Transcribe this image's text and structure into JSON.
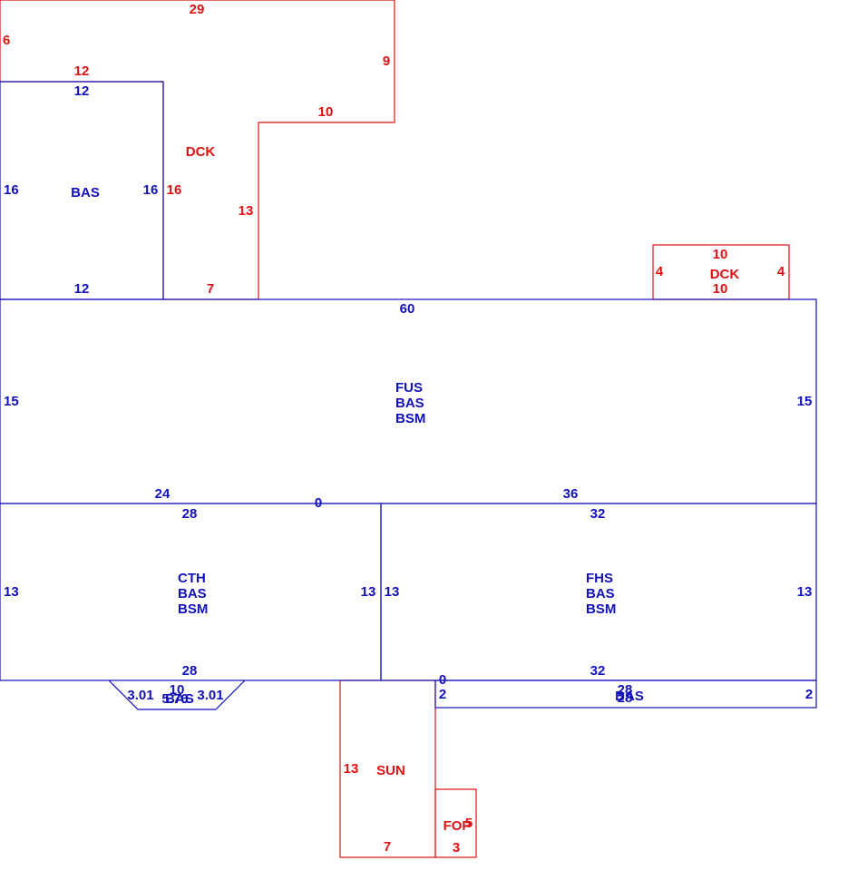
{
  "colors": {
    "red": "#dd1111",
    "blue": "#1111bb",
    "background": "#ffffff"
  },
  "sections": {
    "dck_top": {
      "color": "red",
      "area_labels": [
        "DCK"
      ],
      "dims": {
        "top": "29",
        "left": "6",
        "mid_top": "12",
        "right": "9",
        "step": "10",
        "inner_right": "13",
        "inner_left": "16",
        "bottom": "7"
      }
    },
    "bas_small": {
      "color": "blue",
      "area_labels": [
        "BAS"
      ],
      "dims": {
        "top": "12",
        "left": "16",
        "right": "16",
        "bottom": "12"
      }
    },
    "dck_small": {
      "color": "red",
      "area_labels": [
        "DCK"
      ],
      "dims": {
        "top": "10",
        "left": "4",
        "right": "4",
        "bottom": "10"
      }
    },
    "fus": {
      "color": "blue",
      "area_labels": [
        "FUS",
        "BAS",
        "BSM"
      ],
      "dims": {
        "top": "60",
        "left": "15",
        "right": "15",
        "bottom_left": "24",
        "bottom_mid": "0",
        "bottom_right": "36"
      }
    },
    "cth": {
      "color": "blue",
      "area_labels": [
        "CTH",
        "BAS",
        "BSM"
      ],
      "dims": {
        "top": "28",
        "left": "13",
        "right": "13",
        "bottom": "28"
      }
    },
    "fhs": {
      "color": "blue",
      "area_labels": [
        "FHS",
        "BAS",
        "BSM"
      ],
      "dims": {
        "top": "32",
        "left": "13",
        "right": "13",
        "bottom": "32"
      }
    },
    "bay": {
      "color": "blue",
      "area_labels": [
        "BAS"
      ],
      "dims": {
        "top": "10",
        "left_slant": "3.01",
        "right_slant": "3.01",
        "bottom": "5.76"
      }
    },
    "bas_strip": {
      "color": "blue",
      "area_labels": [
        "BAS"
      ],
      "dims": {
        "top": "28",
        "top_left": "0",
        "left": "2",
        "right": "2",
        "bottom": "28"
      }
    },
    "sun": {
      "color": "red",
      "area_labels": [
        "SUN"
      ],
      "dims": {
        "left": "13",
        "bottom": "7"
      }
    },
    "fop": {
      "color": "red",
      "area_labels": [
        "FOP"
      ],
      "dims": {
        "right": "5",
        "bottom": "3"
      }
    }
  }
}
